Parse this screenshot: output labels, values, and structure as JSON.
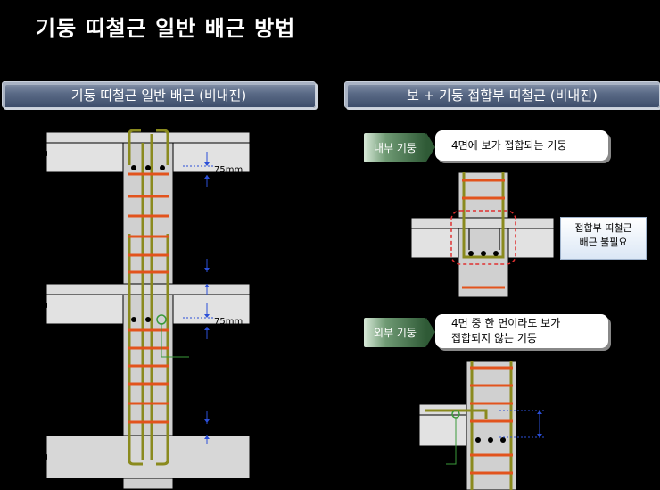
{
  "title": "기둥 띠철근 일반 배근 방법",
  "left_panel": {
    "header": "기둥 띠철근 일반 배근 (비내진)",
    "dim_top": "75mm",
    "dim_mid": "75mm"
  },
  "right_panel": {
    "header": "보 + 기둥 접합부 띠철근 (비내진)",
    "interior": {
      "tag": "내부 기둥",
      "callout": "4면에 보가 접합되는 기둥",
      "note_line1": "접합부 띠철근",
      "note_line2": "배근 불필요"
    },
    "exterior": {
      "tag": "외부 기둥",
      "callout_line1": "4면 중 한 면이라도 보가",
      "callout_line2": "접합되지 않는 기둥"
    }
  },
  "colors": {
    "background": "#000000",
    "concrete": "#d9d9d9",
    "rebar_main": "#8a8a1e",
    "tie": "#e2531d",
    "dimension": "#2b4fd8",
    "dashed_box": "#e03030"
  }
}
